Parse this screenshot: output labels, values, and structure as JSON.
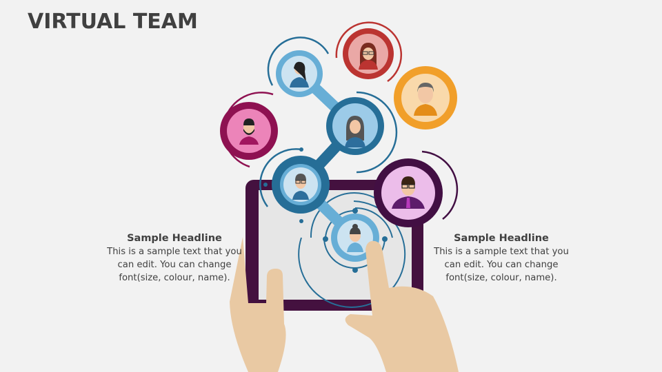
{
  "slide": {
    "title": "VIRTUAL TEAM"
  },
  "left_block": {
    "headline": "Sample Headline",
    "lines": [
      "This is a sample text that you",
      "can edit. You can change",
      "font(size, colour, name)."
    ]
  },
  "right_block": {
    "headline": "Sample Headline",
    "lines": [
      "This is a sample text that you",
      "can edit. You can change",
      "font(size, colour, name)."
    ]
  },
  "illustration": {
    "description": "Hands holding a tablet with connected team member avatars",
    "colors": {
      "tablet_frame": "#44113f",
      "tablet_screen": "#e6e6e6",
      "skin": "#e9c9a3",
      "light_blue": "#67aed6",
      "dark_blue": "#266e97",
      "pale_blue": "#cce3f1",
      "magenta": "#8e1151",
      "pink": "#ec84b9",
      "red": "#bb3431",
      "salmon": "#eaa8a6",
      "orange": "#f19f2a",
      "peach": "#f9d9ab",
      "purple": "#420f43",
      "lilac": "#ecbdea"
    },
    "avatars": [
      {
        "name": "woman-ponytail-glasses",
        "color": "light-blue"
      },
      {
        "name": "woman-glasses",
        "color": "red"
      },
      {
        "name": "man-older",
        "color": "orange"
      },
      {
        "name": "man-beard",
        "color": "magenta"
      },
      {
        "name": "woman-long-hair",
        "color": "dark-blue"
      },
      {
        "name": "man-glasses",
        "color": "dark-blue"
      },
      {
        "name": "man-suit-glasses",
        "color": "purple"
      },
      {
        "name": "woman-bun",
        "color": "light-blue"
      }
    ]
  }
}
